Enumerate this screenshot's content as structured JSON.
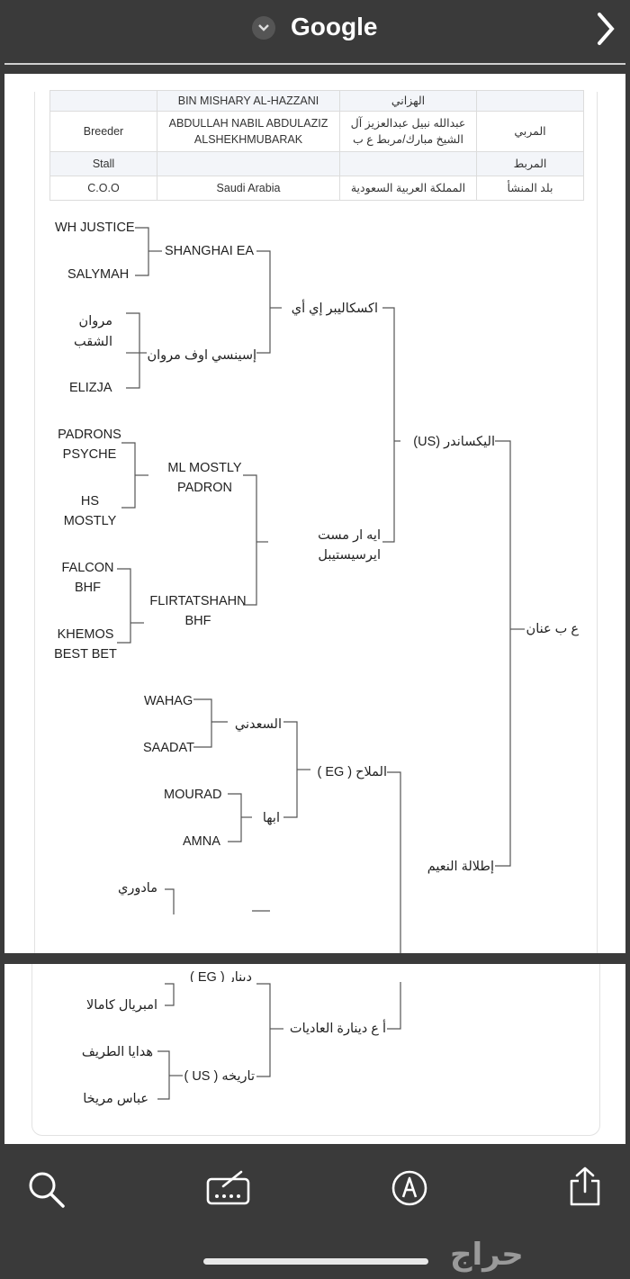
{
  "browser": {
    "title": "Google"
  },
  "info_table": {
    "rows": [
      {
        "label_en": "",
        "value_en": "BIN MISHARY AL-HAZZANI",
        "value_ar": "الهزاني",
        "label_ar": ""
      },
      {
        "label_en": "Breeder",
        "value_en": "ABDULLAH NABIL ABDULAZIZ ALSHEKHMUBARAK",
        "value_ar": "عبدالله نبيل عبدالعزيز آل الشيخ مبارك/مربط ع ب",
        "label_ar": "المربي"
      },
      {
        "label_en": "Stall",
        "value_en": "",
        "value_ar": "",
        "label_ar": "المربط"
      },
      {
        "label_en": "C.O.O",
        "value_en": "Saudi Arabia",
        "value_ar": "المملكة العربية السعودية",
        "label_ar": "بلد المنشأ"
      }
    ]
  },
  "pedigree": {
    "horse": "ع ب عنان",
    "sire": "اليكساندر (US)",
    "dam": "إطلالة النعيم",
    "sire_sire": "اكسكاليبر إي أي",
    "sire_dam": "ايه ار مست ايرسيستيبل",
    "dam_sire": "الملاح ( EG )",
    "dam_dam": "أ ع دينارة العاديات",
    "g3": {
      "shanghai": "SHANGHAI EA",
      "essence": "إسينسي اوف مروان",
      "ml_mostly": "ML MOSTLY PADRON",
      "flirtatshahn": "FLIRTATSHAHN BHF",
      "saadi": "السعدني",
      "abha": "ابها",
      "dinar": "دينار ( EG )",
      "tarikha": "تاريخه ( US )"
    },
    "g4": {
      "wh_justice": "WH JUSTICE",
      "salymah": "SALYMAH",
      "marwan": "مروان الشقب",
      "elizja": "ELIZJA",
      "padrons_psyche": "PADRONS PSYCHE",
      "hs_mostly": "HS MOSTLY",
      "falcon_bhf": "FALCON BHF",
      "khemos": "KHEMOS BEST BET",
      "wahag": "WAHAG",
      "saadat": "SAADAT",
      "mourad": "MOURAD",
      "amna": "AMNA",
      "madouri": "مادوري",
      "imperial_kamala": "امبريال كامالا",
      "hadaya": "هدايا الطريف",
      "abbas": "عباس مريخا"
    }
  },
  "toolbar": {
    "search": "search-icon",
    "keyboard": "keyboard-icon",
    "markup": "markup-icon",
    "share": "share-icon"
  },
  "watermark": "حراج"
}
